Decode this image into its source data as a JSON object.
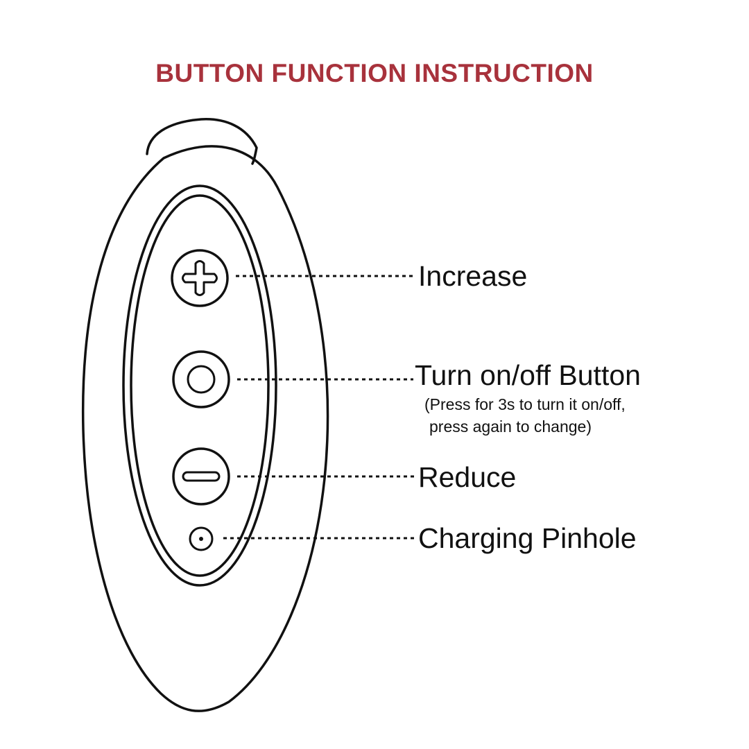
{
  "title": "BUTTON FUNCTION INSTRUCTION",
  "colors": {
    "title": "#a8323c",
    "ink": "#111111",
    "background": "#ffffff"
  },
  "callouts": {
    "increase": {
      "label": "Increase",
      "icon": "plus-icon"
    },
    "power": {
      "label": "Turn on/off Button",
      "note_line1": "(Press for 3s to turn it on/off,",
      "note_line2": "press again to change)",
      "icon": "power-ring-icon"
    },
    "reduce": {
      "label": "Reduce",
      "icon": "minus-icon"
    },
    "charging": {
      "label": "Charging Pinhole",
      "icon": "pinhole-icon"
    }
  }
}
